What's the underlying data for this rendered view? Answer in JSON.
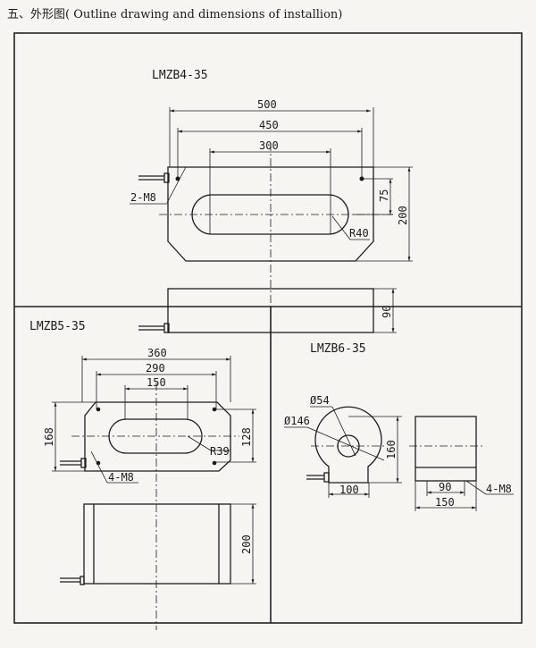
{
  "title": "五、外形图( Outline drawing and dimensions of installion)",
  "lmzb4": {
    "model": "LMZB4-35",
    "dim_500": "500",
    "dim_450": "450",
    "dim_300": "300",
    "dim_75": "75",
    "dim_200": "200",
    "dim_90": "90",
    "radius": "R40",
    "holes": "2-M8"
  },
  "lmzb5": {
    "model": "LMZB5-35",
    "dim_360": "360",
    "dim_290": "290",
    "dim_150": "150",
    "dim_168": "168",
    "dim_128": "128",
    "dim_200": "200",
    "radius": "R39",
    "holes": "4-M8"
  },
  "lmzb6": {
    "model": "LMZB6-35",
    "dia_inner": "Ø54",
    "dia_outer": "Ø146",
    "dim_160": "160",
    "dim_100": "100",
    "dim_90": "90",
    "dim_150": "150",
    "holes": "4-M8"
  }
}
